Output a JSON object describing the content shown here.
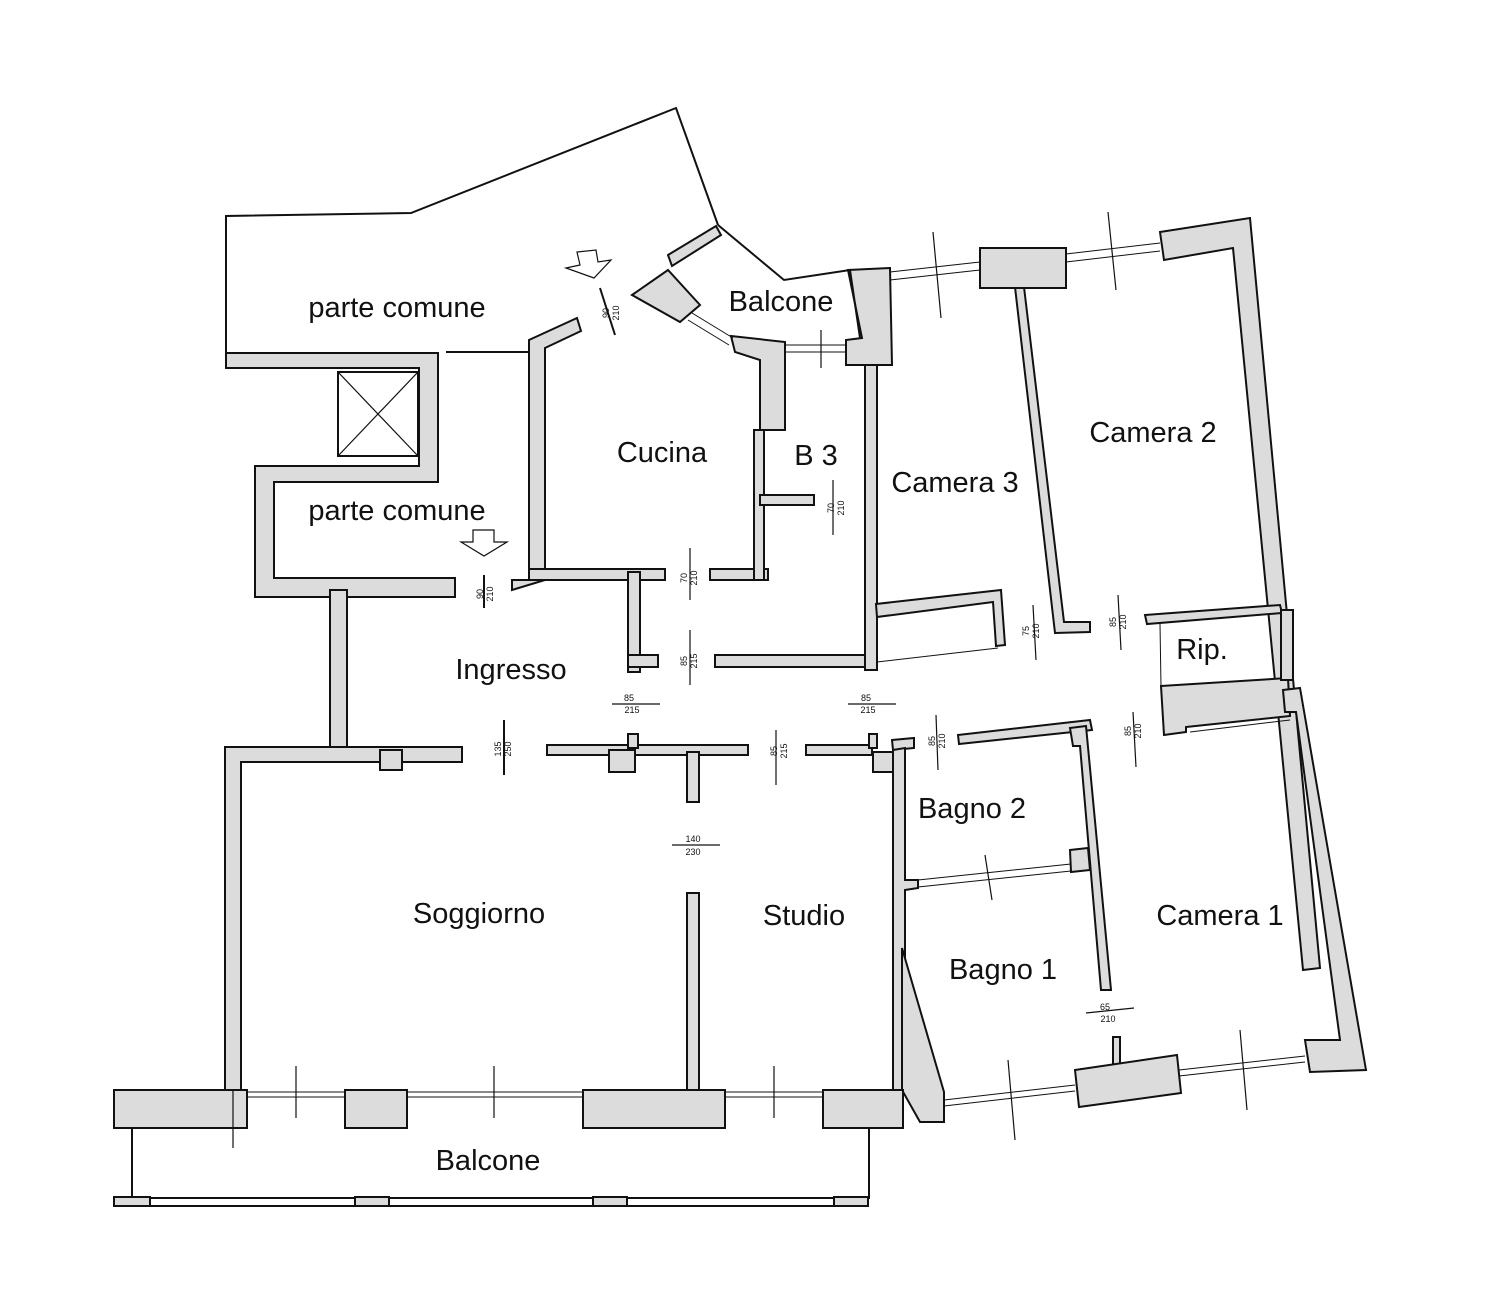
{
  "rooms": {
    "parte_comune_top": "parte comune",
    "parte_comune_mid": "parte comune",
    "balcone_top": "Balcone",
    "cucina": "Cucina",
    "b3": "B 3",
    "camera3": "Camera 3",
    "camera2": "Camera 2",
    "ripostiglio": "Rip.",
    "ingresso": "Ingresso",
    "bagno2": "Bagno 2",
    "bagno1": "Bagno 1",
    "camera1": "Camera 1",
    "soggiorno": "Soggiorno",
    "studio": "Studio",
    "balcone_bottom": "Balcone"
  },
  "doors": {
    "entry_common_top": {
      "width": "90",
      "height": "210"
    },
    "entry_common_mid": {
      "width": "90",
      "height": "210"
    },
    "cucina": {
      "width": "70",
      "height": "210"
    },
    "b3": {
      "width": "70",
      "height": "210"
    },
    "ingresso_inner": {
      "width": "85",
      "height": "215"
    },
    "ingresso_left": {
      "width": "85",
      "height": "215"
    },
    "ingresso_right": {
      "width": "85",
      "height": "215"
    },
    "soggiorno": {
      "width": "135",
      "height": "250"
    },
    "studio": {
      "width": "85",
      "height": "215"
    },
    "soggiorno_studio": {
      "width": "140",
      "height": "230"
    },
    "camera3_closet": {
      "width": "75",
      "height": "210"
    },
    "camera2": {
      "width": "85",
      "height": "210"
    },
    "bagno2": {
      "width": "85",
      "height": "210"
    },
    "camera1": {
      "width": "85",
      "height": "210"
    },
    "bagno1": {
      "width": "65",
      "height": "210"
    }
  }
}
